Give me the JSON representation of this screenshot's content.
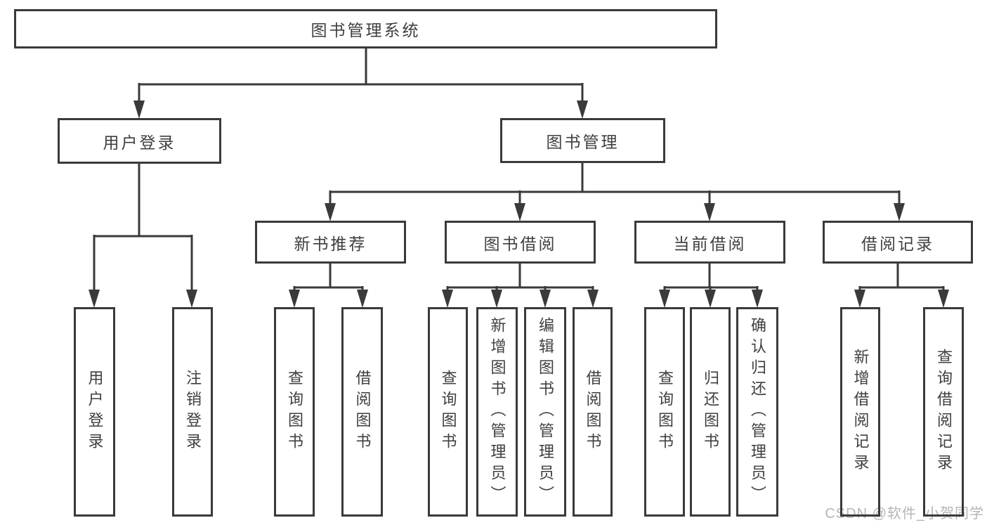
{
  "nodes": {
    "root": "图书管理系统",
    "user_login": "用户登录",
    "book_management": "图书管理",
    "new_book_recommend": "新书推荐",
    "book_borrowing": "图书借阅",
    "current_borrowing": "当前借阅",
    "borrowing_records": "借阅记录",
    "leaf_user_login": "用户登录",
    "leaf_logout": "注销登录",
    "leaf_recommend_query_books": "查询图书",
    "leaf_recommend_borrow_books": "借阅图书",
    "leaf_borrowing_query_books": "查询图书",
    "leaf_borrowing_add_books": "新增图书（管理员）",
    "leaf_borrowing_edit_books": "编辑图书（管理员）",
    "leaf_borrowing_borrow_books": "借阅图书",
    "leaf_current_query_books": "查询图书",
    "leaf_current_return_books": "归还图书",
    "leaf_current_confirm_return": "确认归还（管理员）",
    "leaf_records_add_record": "新增借阅记录",
    "leaf_records_query_record": "查询借阅记录"
  },
  "watermark": "CSDN @软件_小贺同学",
  "colors": {
    "line": "#3a3a3a",
    "text": "#3f3f3f",
    "watermark": "#b5b5b5",
    "background": "#ffffff"
  }
}
